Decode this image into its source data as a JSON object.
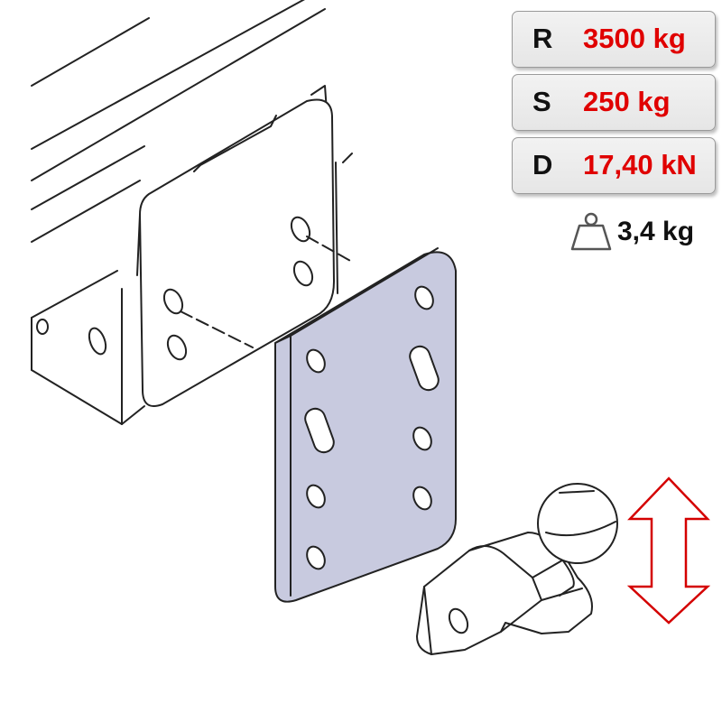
{
  "specs": [
    {
      "key": "R",
      "value": "3500 kg"
    },
    {
      "key": "S",
      "value": "250 kg"
    },
    {
      "key": "D",
      "value": "17,40 kN"
    }
  ],
  "weight": {
    "value": "3,4 kg",
    "icon": "weight-icon"
  },
  "colors": {
    "spec_value": "#e00000",
    "plate_fill": "#c8cadf",
    "arrow": "#d40000"
  }
}
